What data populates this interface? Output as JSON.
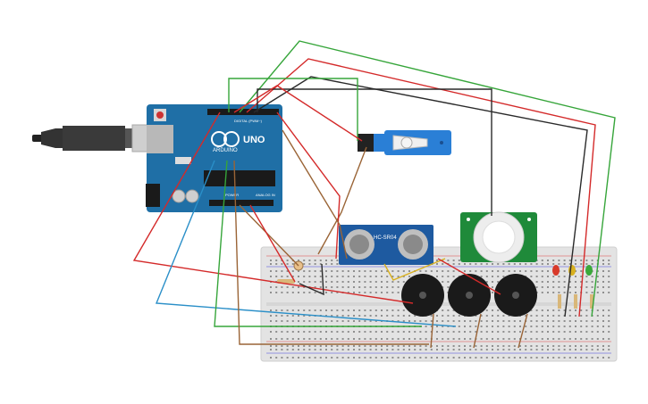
{
  "arduino": {
    "brand": "ARDUINO",
    "model": "UNO",
    "digital_label": "DIGITAL (PWM~)",
    "power_label": "POWER",
    "analog_label": "ANALOG IN"
  },
  "ultrasonic": {
    "model": "HC-SR04"
  },
  "colors": {
    "arduino_board": "#1f6fa6",
    "sensor_board": "#1e5aa0",
    "pir_board": "#1f8a3a",
    "breadboard": "#e3e3e3",
    "wire_red": "#d42a2a",
    "wire_green": "#36a53a",
    "wire_black": "#2a2a2a",
    "wire_brown": "#9a6436",
    "wire_blue": "#2a8fc8",
    "led_red": "#d83a2a",
    "led_yellow": "#d8b01e",
    "led_green": "#3aa83a",
    "servo": "#2a7fd6"
  }
}
